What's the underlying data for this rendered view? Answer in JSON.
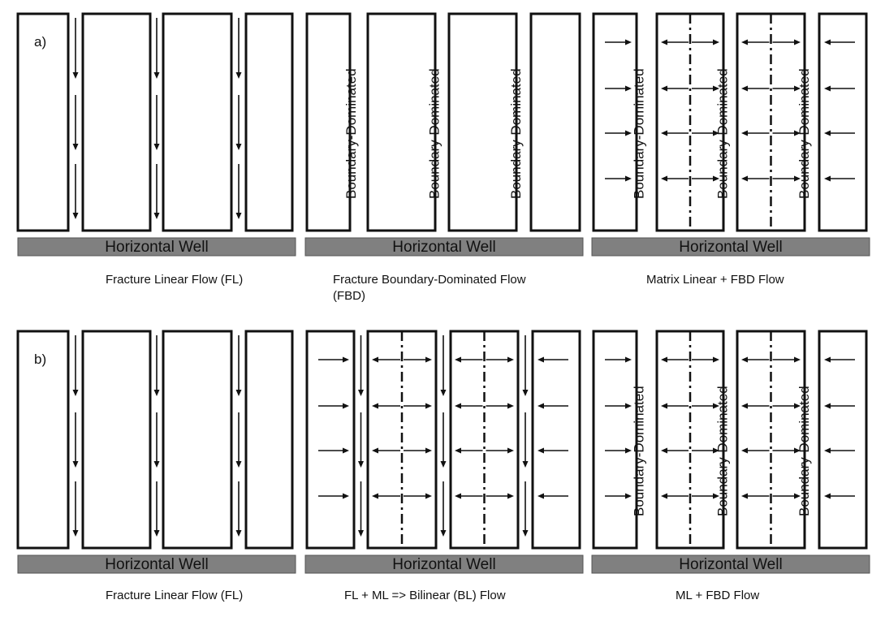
{
  "rows": [
    {
      "label": "a)",
      "panels": [
        {
          "type": "fl",
          "well_label": "Horizontal Well",
          "caption": "Fracture Linear Flow (FL)"
        },
        {
          "type": "fbd",
          "well_label": "Horizontal Well",
          "caption": "Fracture Boundary-Dominated Flow\n(FBD)",
          "boundary_label": "Boundary-Dominated"
        },
        {
          "type": "ml_fbd",
          "well_label": "Horizontal Well",
          "caption": "Matrix Linear + FBD Flow",
          "boundary_label": "Boundary-Dominated"
        }
      ]
    },
    {
      "label": "b)",
      "panels": [
        {
          "type": "fl",
          "well_label": "Horizontal Well",
          "caption": "Fracture Linear Flow (FL)"
        },
        {
          "type": "bl",
          "well_label": "Horizontal Well",
          "caption": "FL + ML => Bilinear (BL) Flow"
        },
        {
          "type": "ml_fbd",
          "well_label": "Horizontal Well",
          "caption": "ML + FBD Flow",
          "boundary_label": "Boundary-Dominated"
        }
      ]
    }
  ],
  "colors": {
    "well_fill": "#808080",
    "line": "#111111"
  }
}
